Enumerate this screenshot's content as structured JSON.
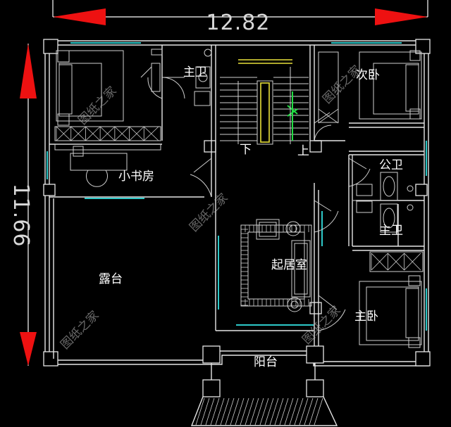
{
  "dimensions": {
    "width": "12.82",
    "depth": "11.66"
  },
  "rooms": {
    "master_bath": "主卫",
    "second_bedroom": "次卧",
    "study": "小书房",
    "public_bath": "公卫",
    "guest_bath": "主卫",
    "terrace": "露台",
    "living": "起居室",
    "master_bedroom": "主卧",
    "balcony": "阳台"
  },
  "stairs": {
    "down": "下",
    "up": "上"
  },
  "watermark": "图纸之家",
  "colors": {
    "background": "#000000",
    "wall": "#e6e6e6",
    "window": "#2ec9c9",
    "arrow": "#ee1111",
    "stair_marker": "#22dd44",
    "stair_rail": "#e8e03a"
  }
}
